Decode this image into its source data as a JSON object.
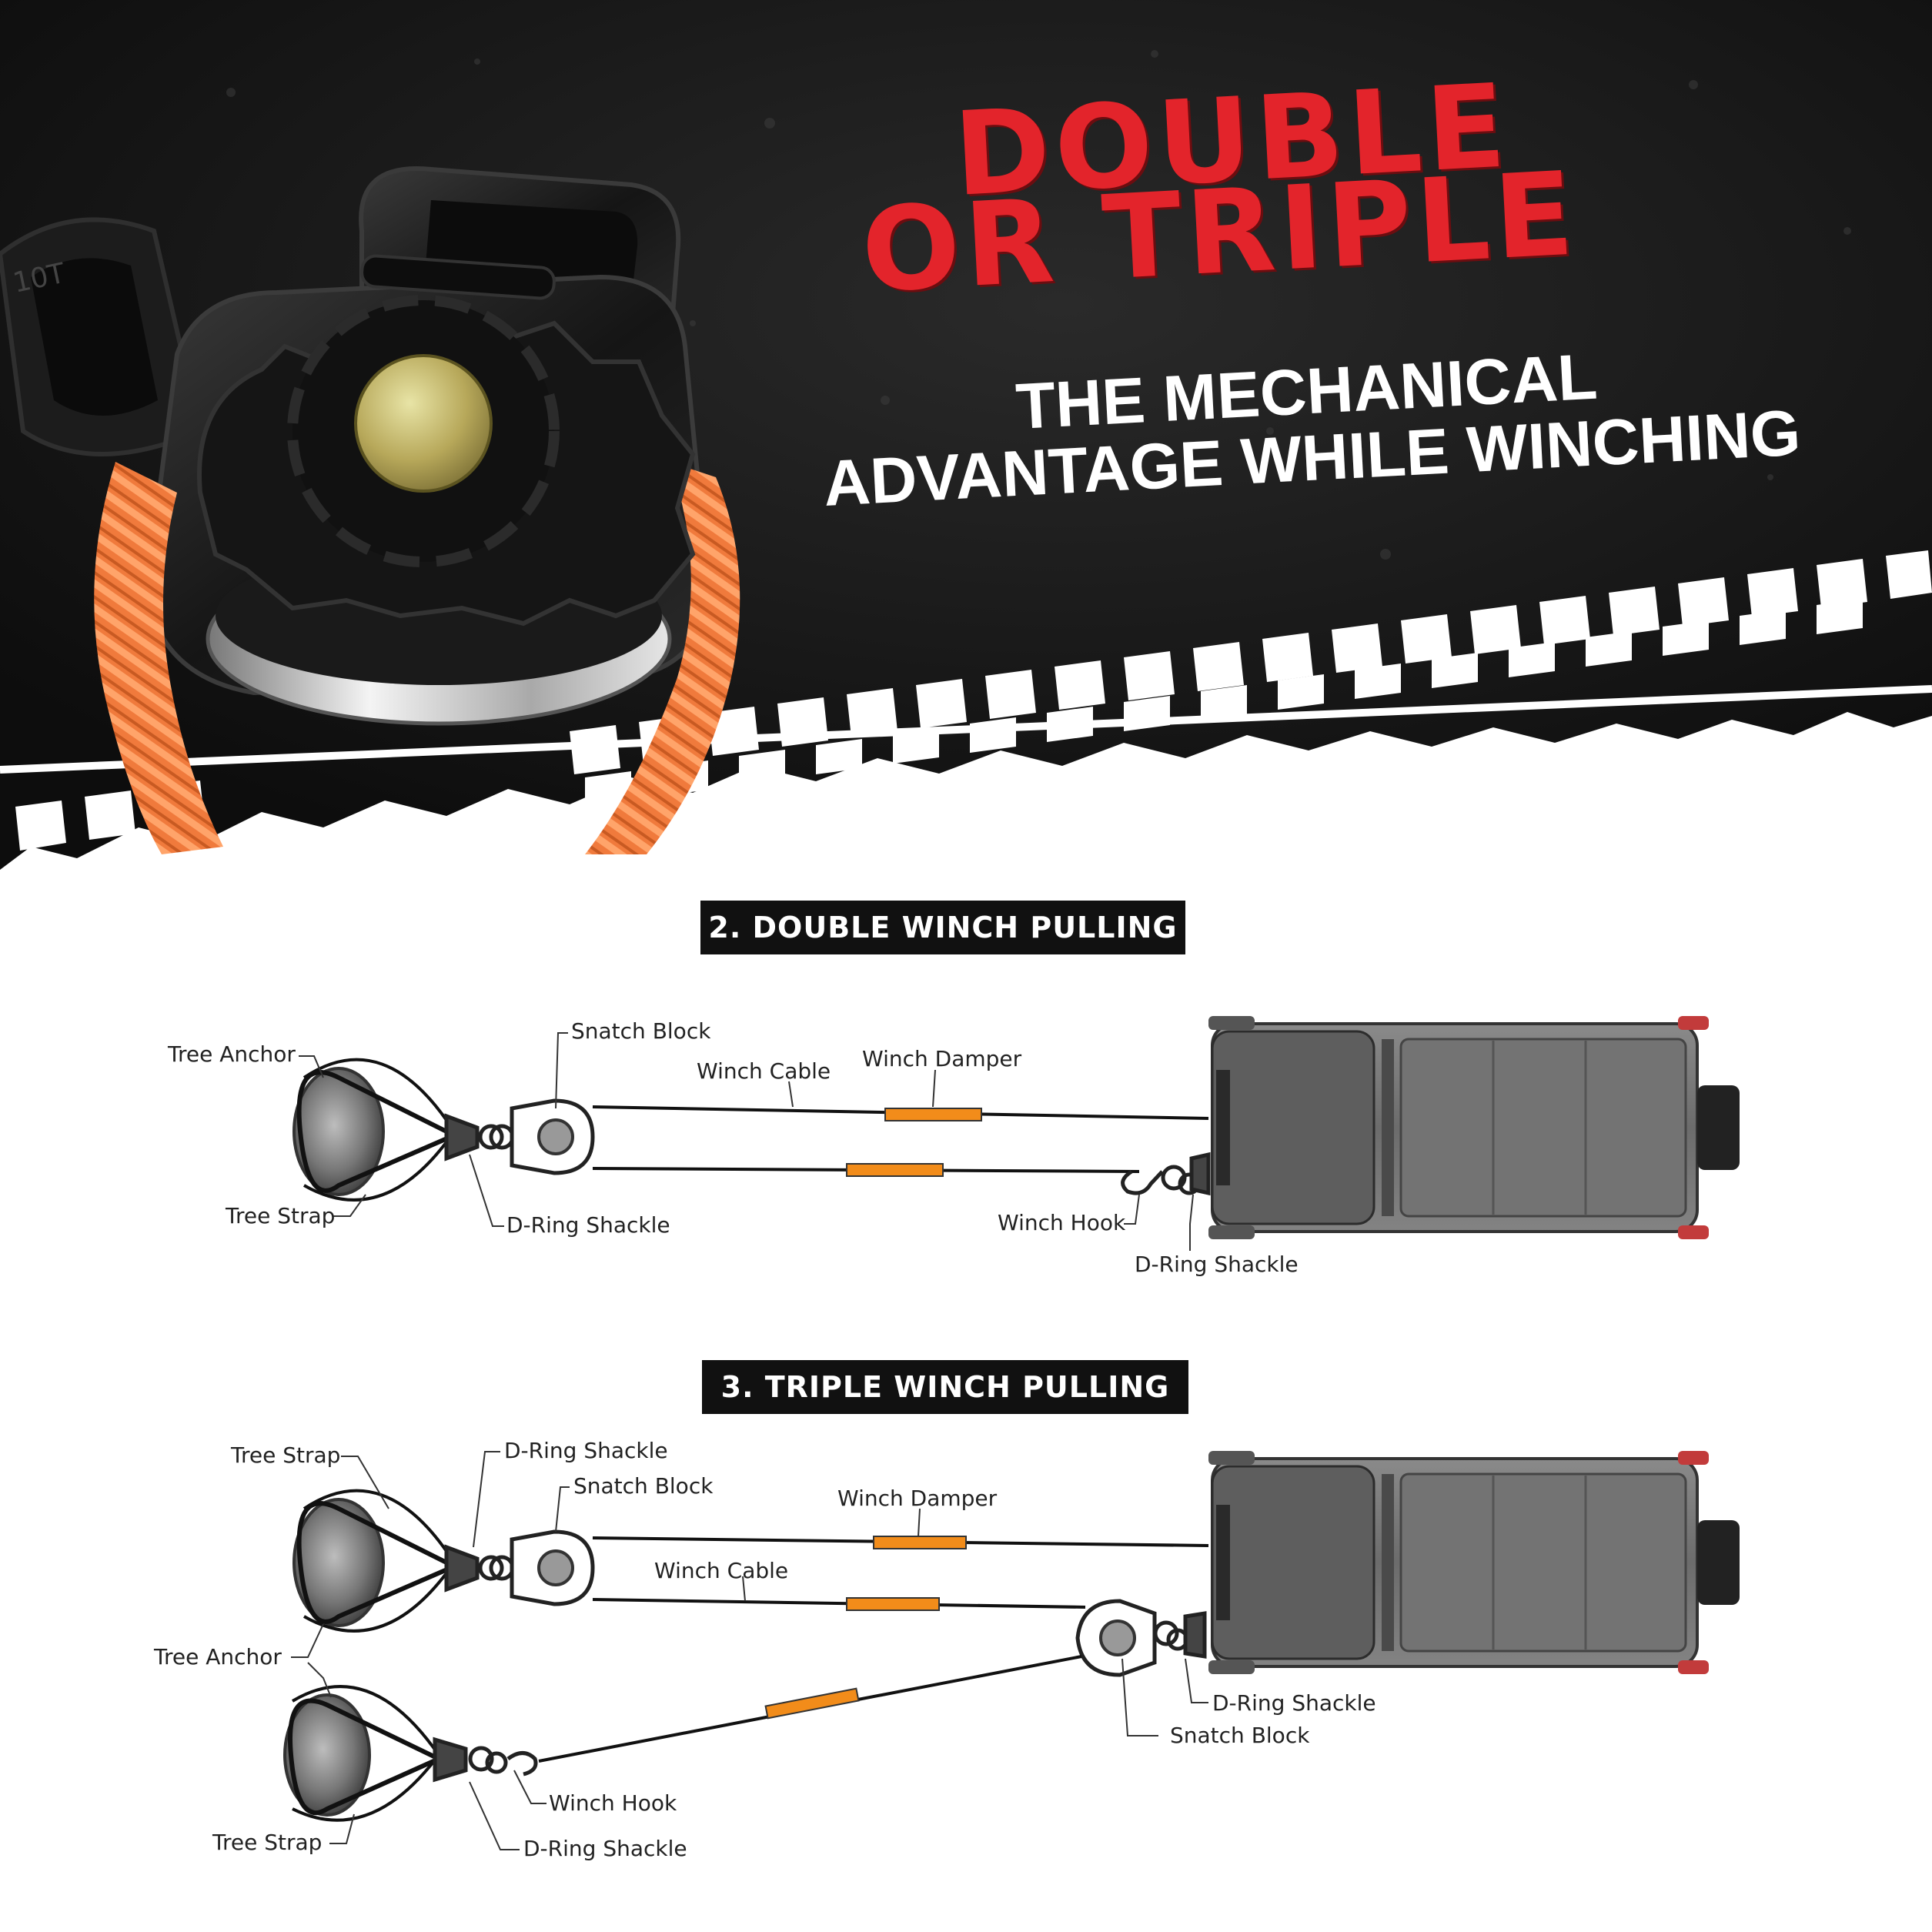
{
  "headline": {
    "line1": "DOUBLE",
    "line2": "OR TRIPLE"
  },
  "subheadline": {
    "line1": "THE MECHANICAL",
    "line2": "ADVANTAGE WHILE WINCHING"
  },
  "product": {
    "casting_text": "10T"
  },
  "colors": {
    "accent_red": "#e3242b",
    "rope_orange": "#f07a3c",
    "damper_orange": "#f28c1a",
    "background_dark": "#141414"
  },
  "double_section": {
    "title": "2. DOUBLE WINCH PULLING POWER",
    "labels": {
      "tree_anchor": "Tree Anchor",
      "tree_strap": "Tree Strap",
      "snatch_block": "Snatch Block",
      "d_ring_shackle": "D-Ring Shackle",
      "winch_cable": "Winch Cable",
      "winch_damper": "Winch Damper",
      "winch_hook": "Winch Hook",
      "d_ring_shackle_vehicle": "D-Ring Shackle"
    }
  },
  "triple_section": {
    "title": "3. TRIPLE WINCH PULLING POWER",
    "labels": {
      "tree_strap_top": "Tree Strap",
      "d_ring_shackle_top": "D-Ring Shackle",
      "snatch_block_top": "Snatch Block",
      "winch_damper": "Winch Damper",
      "winch_cable": "Winch Cable",
      "tree_anchor": "Tree Anchor",
      "d_ring_shackle_vehicle": "D-Ring Shackle",
      "snatch_block_vehicle": "Snatch Block",
      "winch_hook": "Winch Hook",
      "tree_strap_bottom": "Tree Strap",
      "d_ring_shackle_bottom": "D-Ring Shackle"
    }
  }
}
